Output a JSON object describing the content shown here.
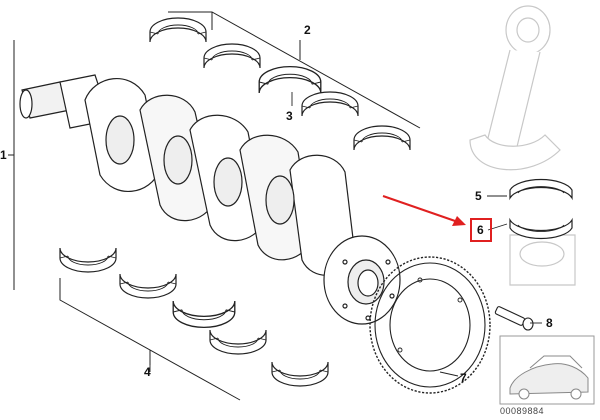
{
  "diagram": {
    "callouts": [
      {
        "id": "1",
        "text": "1"
      },
      {
        "id": "2",
        "text": "2"
      },
      {
        "id": "3",
        "text": "3"
      },
      {
        "id": "4",
        "text": "4"
      },
      {
        "id": "5",
        "text": "5"
      },
      {
        "id": "6",
        "text": "6"
      },
      {
        "id": "7",
        "text": "7"
      },
      {
        "id": "8",
        "text": "8"
      }
    ],
    "highlighted_callout": "6",
    "reference_number": "00089884",
    "colors": {
      "line": "#222222",
      "highlight": "#e02020",
      "part_fill": "#ffffff",
      "shade": "#e6e6e6",
      "ghost": "#c8c8c8"
    }
  }
}
